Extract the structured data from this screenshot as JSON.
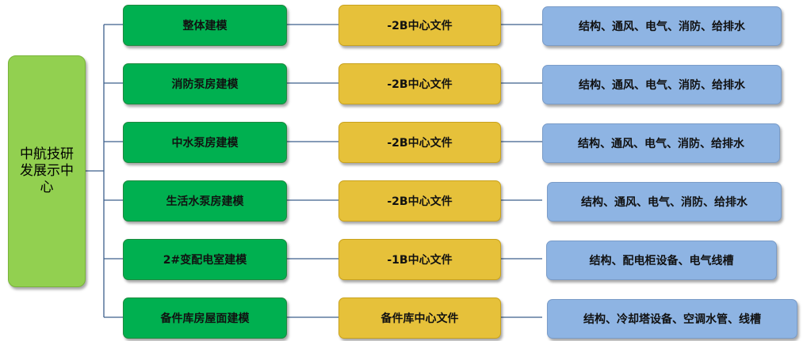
{
  "colors": {
    "root": "#92d050",
    "level1": "#00b050",
    "level2": "#e6c13a",
    "level3": "#8eb4e3",
    "connector": "#3c5f8c"
  },
  "root": {
    "label": "中航技研发展示中心"
  },
  "rows": [
    {
      "model": "整体建模",
      "file": "-2B中心文件",
      "disciplines": "结构、通风、电气、消防、给排水"
    },
    {
      "model": "消防泵房建模",
      "file": "-2B中心文件",
      "disciplines": "结构、通风、电气、消防、给排水"
    },
    {
      "model": "中水泵房建模",
      "file": "-2B中心文件",
      "disciplines": "结构、通风、电气、消防、给排水"
    },
    {
      "model": "生活水泵房建模",
      "file": "-2B中心文件",
      "disciplines": "结构、通风、电气、消防、给排水"
    },
    {
      "model": "2#变配电室建模",
      "file": "-1B中心文件",
      "disciplines": "结构、配电柜设备、电气线槽"
    },
    {
      "model": "备件库房屋面建模",
      "file": "备件库中心文件",
      "disciplines": "结构、冷却塔设备、空调水管、线槽"
    }
  ]
}
